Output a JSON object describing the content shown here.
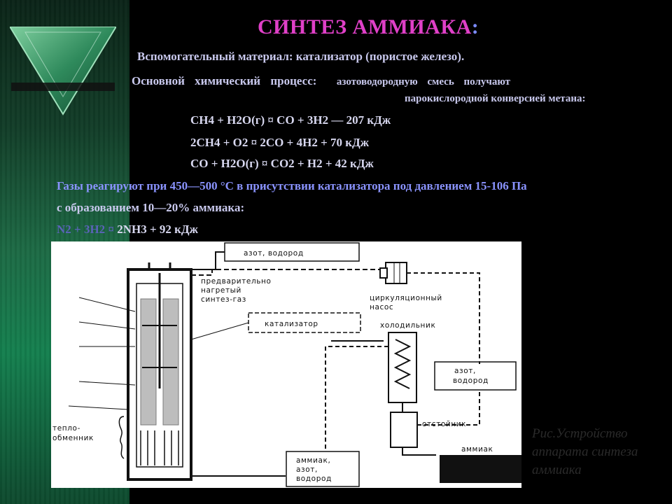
{
  "slide": {
    "title": "СИНТЕЗ АММИАКА",
    "title_colon": ":",
    "aux_material_label": "Вспомогательный материал:",
    "aux_material_value": "катализатор (пористое железо).",
    "process_label": "Основной химический процесс:",
    "process_line1": "азотоводородную смесь получают",
    "process_line2": "парокислородной конверсией метана:",
    "eq1": "CH4 + H2O(г) ¤ CO + 3H2 — 207 кДж",
    "eq2": "2CH4 + O2 ¤ 2CO + 4H2 + 70 кДж",
    "eq3": "CO + H2O(г) ¤ CO2 + H2 + 42 кДж",
    "conditions_line1": "Газы реагируют при 450—500 °C в присутствии катализатора под давлением 15-106 Па",
    "conditions_line2": "с образованием 10—20% аммиака:",
    "final_eq_left": "N2 + 3H2 ¤",
    "final_eq_right": "2NH3 + 92 кДж",
    "caption": "Рис.Устройство аппарата синтеза аммиака"
  },
  "diagram": {
    "labels": {
      "nitrogen_hydrogen_top": "азот, водород",
      "preheated_gas_1": "предварительно",
      "preheated_gas_2": "нагретый",
      "preheated_gas_3": "синтез-газ",
      "pump_1": "циркуляционный",
      "pump_2": "насос",
      "catalyst": "катализатор",
      "cooler": "холодильник",
      "nitrogen_hydrogen_right_1": "азот,",
      "nitrogen_hydrogen_right_2": "водород",
      "heat_exchanger_1": "тепло-",
      "heat_exchanger_2": "обменник",
      "settler": "отстойник",
      "ammonia_out": "аммиак",
      "mix_1": "аммиак,",
      "mix_2": "азот,",
      "mix_3": "водород"
    }
  },
  "colors": {
    "background": "#000000",
    "title": "#e040c8",
    "body_text": "#c9c9ee",
    "highlight_text": "#8a93ff",
    "sidebar_green": "#14804f"
  }
}
